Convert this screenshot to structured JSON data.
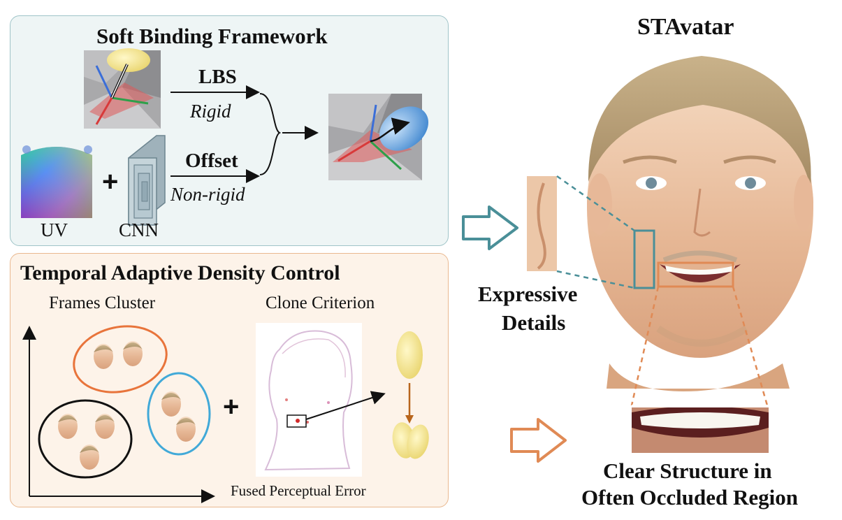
{
  "soft_binding": {
    "title": "Soft Binding Framework",
    "lbs_label": "LBS",
    "rigid_label": "Rigid",
    "offset_label": "Offset",
    "nonrigid_label": "Non-rigid",
    "uv_label": "UV",
    "cnn_label": "CNN",
    "plus": "+"
  },
  "tadc": {
    "title": "Temporal Adaptive Density Control",
    "frames_cluster_label": "Frames Cluster",
    "clone_criterion_label": "Clone Criterion",
    "fused_error_label": "Fused Perceptual Error",
    "plus": "+"
  },
  "result": {
    "title": "STAvatar",
    "expressive_details_line1": "Expressive",
    "expressive_details_line2": "Details",
    "clear_structure_line1": "Clear Structure in",
    "clear_structure_line2": "Often Occluded Region"
  },
  "colors": {
    "teal_arrow": "#4a8f98",
    "orange_arrow": "#e08a55",
    "cluster_orange": "#e8743b",
    "cluster_blue": "#41a9d8",
    "cluster_black": "#111111"
  }
}
